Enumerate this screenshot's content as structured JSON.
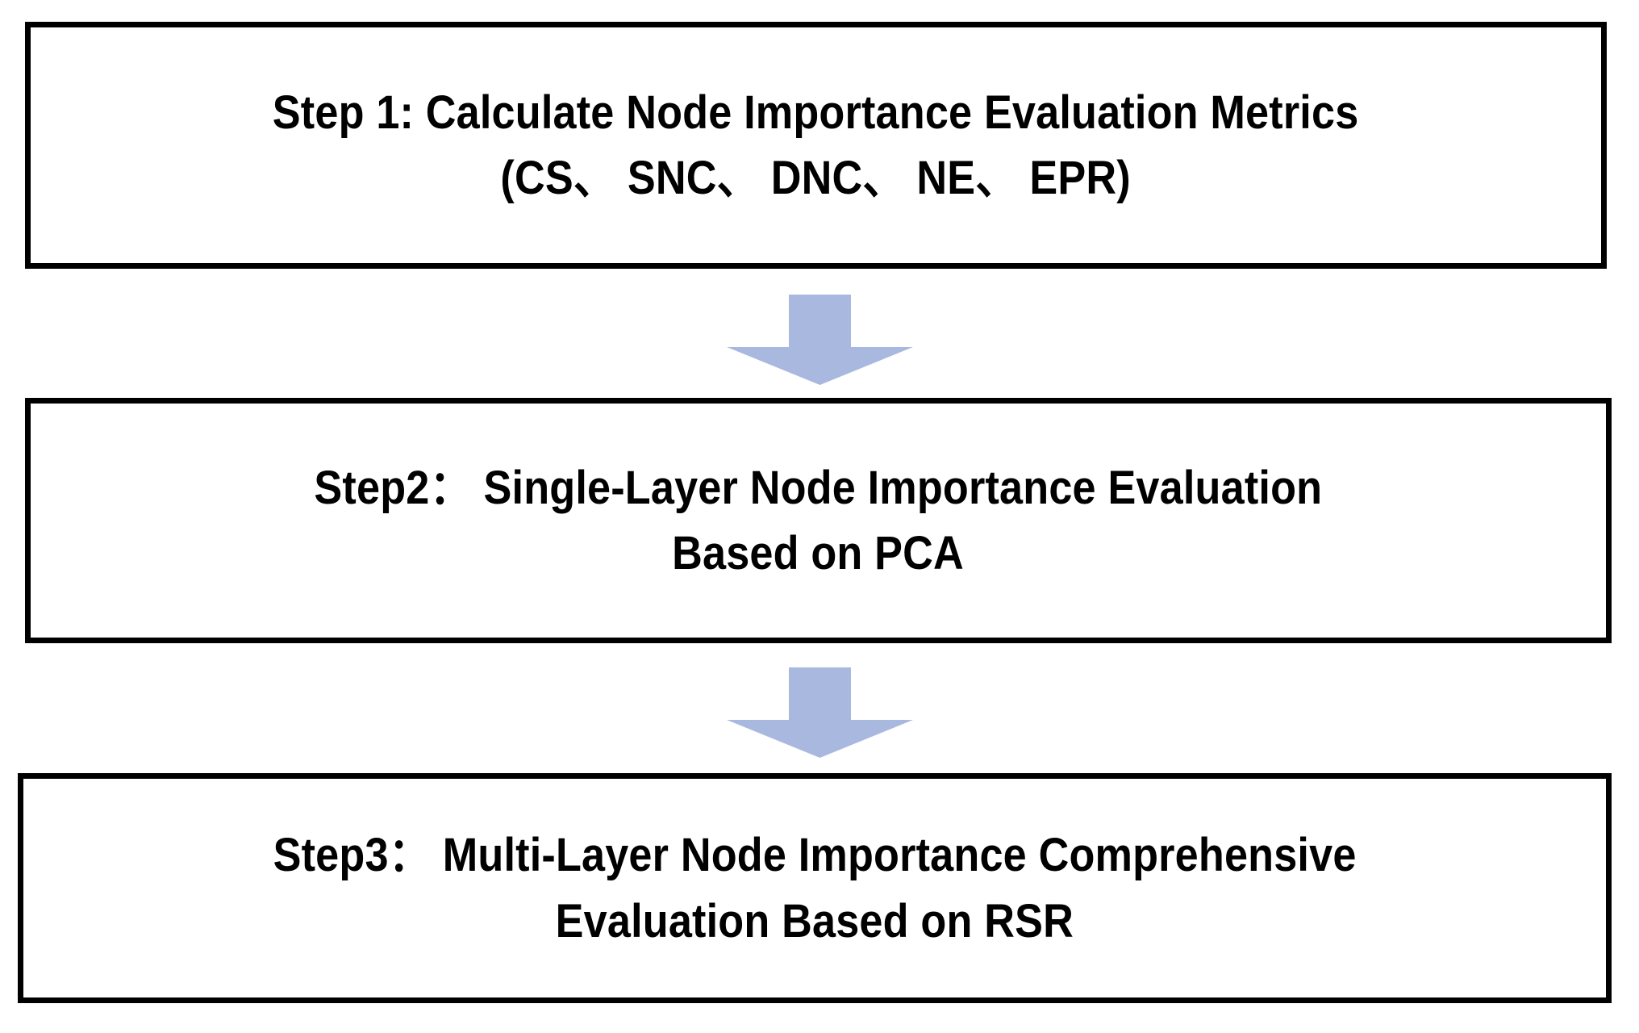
{
  "diagram": {
    "title": "Node Importance Evaluation Process",
    "background_color": "#FFFFFF",
    "box_border_color": "#000000",
    "box_fill_color": "#FFFFFF",
    "text_color": "#000000",
    "arrow_color": "#A9B8DF",
    "steps": [
      {
        "id": "step-1",
        "line1": "Step 1: Calculate Node Importance Evaluation Metrics",
        "line2": "(CS、 SNC、 DNC、 NE、 EPR)"
      },
      {
        "id": "step-2",
        "line1": "Step2： Single-Layer Node Importance Evaluation",
        "line2": "Based on PCA"
      },
      {
        "id": "step-3",
        "line1": "Step3： Multi-Layer Node Importance Comprehensive",
        "line2": "Evaluation Based on RSR"
      }
    ],
    "connectors": [
      {
        "id": "arrow-1",
        "icon": "arrow-down-icon",
        "from": "step-1",
        "to": "step-2"
      },
      {
        "id": "arrow-2",
        "icon": "arrow-down-icon",
        "from": "step-2",
        "to": "step-3"
      }
    ]
  }
}
